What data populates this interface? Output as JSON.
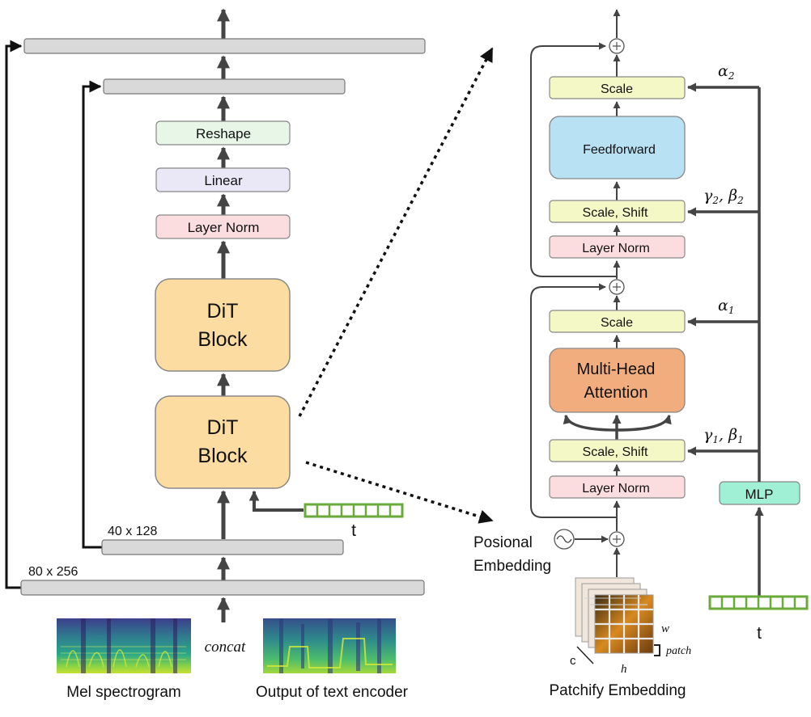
{
  "left": {
    "reshape_label": "Reshape",
    "linear_label": "Linear",
    "layer_norm_label": "Layer Norm",
    "dit_block_top": [
      "DiT",
      "Block"
    ],
    "dit_block_bottom": [
      "DiT",
      "Block"
    ],
    "t_label": "t",
    "dim_40": "40 x 128",
    "dim_80": "80 x 256",
    "concat_label": "concat",
    "mel_label": "Mel spectrogram",
    "text_encoder_label": "Output of text encoder"
  },
  "right": {
    "scale_top": "Scale",
    "feedforward": "Feedforward",
    "scale_shift_top": "Scale, Shift",
    "layer_norm_top": "Layer Norm",
    "scale_bottom": "Scale",
    "mha": [
      "Multi-Head",
      "Attention"
    ],
    "scale_shift_bottom": "Scale, Shift",
    "layer_norm_bottom": "Layer Norm",
    "mlp": "MLP",
    "t_label": "t",
    "alpha2": "α",
    "alpha2_sub": "2",
    "gamma2_beta2": {
      "g": "γ",
      "gs": "2",
      "sep": ", ",
      "b": "β",
      "bs": "2"
    },
    "alpha1": "α",
    "alpha1_sub": "1",
    "gamma1_beta1": {
      "g": "γ",
      "gs": "1",
      "sep": ", ",
      "b": "β",
      "bs": "1"
    },
    "posional": [
      "Posional",
      "Embedding"
    ],
    "patchify": "Patchify Embedding",
    "w": "w",
    "h": "h",
    "c": "c",
    "patch": "patch"
  },
  "colors": {
    "gray_bar": "#d9d9d9",
    "reshape": "#e8f6e8",
    "linear": "#eae8f7",
    "layer_norm": "#fbdde0",
    "dit_block": "#fddca2",
    "scale": "#f4f7c6",
    "feedforward": "#b9e1f4",
    "mha": "#f2ad7f",
    "mlp": "#9ff0d4",
    "t_vec": "#6aaa3a",
    "arrow": "#444444"
  }
}
